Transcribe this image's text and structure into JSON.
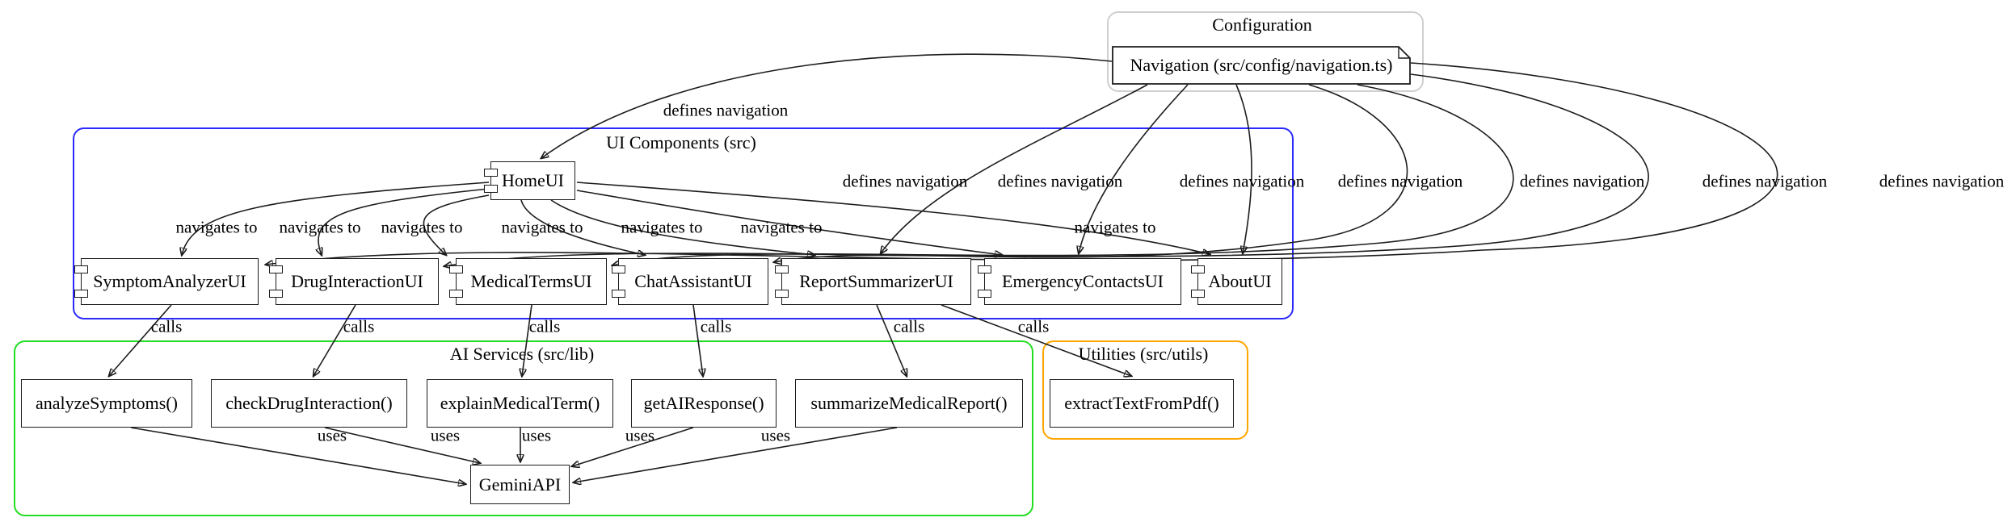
{
  "diagram": {
    "clusters": {
      "configuration": {
        "label": "Configuration",
        "border_color": "#cfcfcf"
      },
      "ui_components": {
        "label": "UI Components (src)",
        "border_color": "#2a2aff"
      },
      "ai_services": {
        "label": "AI Services (src/lib)",
        "border_color": "#22dd22"
      },
      "utilities": {
        "label": "Utilities (src/utils)",
        "border_color": "#ffa500"
      }
    },
    "nodes": {
      "navigation": {
        "label": "Navigation (src/config/navigation.ts)",
        "shape": "note"
      },
      "home": {
        "label": "HomeUI",
        "shape": "component"
      },
      "symptom_analyzer": {
        "label": "SymptomAnalyzerUI",
        "shape": "component"
      },
      "drug_interaction": {
        "label": "DrugInteractionUI",
        "shape": "component"
      },
      "medical_terms": {
        "label": "MedicalTermsUI",
        "shape": "component"
      },
      "chat_assistant": {
        "label": "ChatAssistantUI",
        "shape": "component"
      },
      "report_summarizer": {
        "label": "ReportSummarizerUI",
        "shape": "component"
      },
      "emergency_contacts": {
        "label": "EmergencyContactsUI",
        "shape": "component"
      },
      "about": {
        "label": "AboutUI",
        "shape": "component"
      },
      "analyze_symptoms": {
        "label": "analyzeSymptoms()",
        "shape": "box"
      },
      "check_drug": {
        "label": "checkDrugInteraction()",
        "shape": "box"
      },
      "explain_term": {
        "label": "explainMedicalTerm()",
        "shape": "box"
      },
      "get_ai_response": {
        "label": "getAIResponse()",
        "shape": "box"
      },
      "summarize_report": {
        "label": "summarizeMedicalReport()",
        "shape": "box"
      },
      "gemini": {
        "label": "GeminiAPI",
        "shape": "box"
      },
      "extract_pdf": {
        "label": "extractTextFromPdf()",
        "shape": "box"
      }
    },
    "edges": [
      {
        "from": "Navigation (src/config/navigation.ts)",
        "to": "HomeUI",
        "label": "defines navigation"
      },
      {
        "from": "Navigation (src/config/navigation.ts)",
        "to": "SymptomAnalyzerUI",
        "label": "defines navigation"
      },
      {
        "from": "Navigation (src/config/navigation.ts)",
        "to": "DrugInteractionUI",
        "label": "defines navigation"
      },
      {
        "from": "Navigation (src/config/navigation.ts)",
        "to": "MedicalTermsUI",
        "label": "defines navigation"
      },
      {
        "from": "Navigation (src/config/navigation.ts)",
        "to": "ChatAssistantUI",
        "label": "defines navigation"
      },
      {
        "from": "Navigation (src/config/navigation.ts)",
        "to": "ReportSummarizerUI",
        "label": "defines navigation"
      },
      {
        "from": "Navigation (src/config/navigation.ts)",
        "to": "EmergencyContactsUI",
        "label": "defines navigation"
      },
      {
        "from": "Navigation (src/config/navigation.ts)",
        "to": "AboutUI",
        "label": "defines navigation"
      },
      {
        "from": "HomeUI",
        "to": "SymptomAnalyzerUI",
        "label": "navigates to"
      },
      {
        "from": "HomeUI",
        "to": "DrugInteractionUI",
        "label": "navigates to"
      },
      {
        "from": "HomeUI",
        "to": "MedicalTermsUI",
        "label": "navigates to"
      },
      {
        "from": "HomeUI",
        "to": "ChatAssistantUI",
        "label": "navigates to"
      },
      {
        "from": "HomeUI",
        "to": "ReportSummarizerUI",
        "label": "navigates to"
      },
      {
        "from": "HomeUI",
        "to": "EmergencyContactsUI",
        "label": "navigates to"
      },
      {
        "from": "HomeUI",
        "to": "AboutUI",
        "label": "navigates to"
      },
      {
        "from": "SymptomAnalyzerUI",
        "to": "analyzeSymptoms()",
        "label": "calls"
      },
      {
        "from": "DrugInteractionUI",
        "to": "checkDrugInteraction()",
        "label": "calls"
      },
      {
        "from": "MedicalTermsUI",
        "to": "explainMedicalTerm()",
        "label": "calls"
      },
      {
        "from": "ChatAssistantUI",
        "to": "getAIResponse()",
        "label": "calls"
      },
      {
        "from": "ReportSummarizerUI",
        "to": "summarizeMedicalReport()",
        "label": "calls"
      },
      {
        "from": "ReportSummarizerUI",
        "to": "extractTextFromPdf()",
        "label": "calls"
      },
      {
        "from": "analyzeSymptoms()",
        "to": "GeminiAPI",
        "label": "uses"
      },
      {
        "from": "checkDrugInteraction()",
        "to": "GeminiAPI",
        "label": "uses"
      },
      {
        "from": "explainMedicalTerm()",
        "to": "GeminiAPI",
        "label": "uses"
      },
      {
        "from": "getAIResponse()",
        "to": "GeminiAPI",
        "label": "uses"
      },
      {
        "from": "summarizeMedicalReport()",
        "to": "GeminiAPI",
        "label": "uses"
      }
    ]
  }
}
